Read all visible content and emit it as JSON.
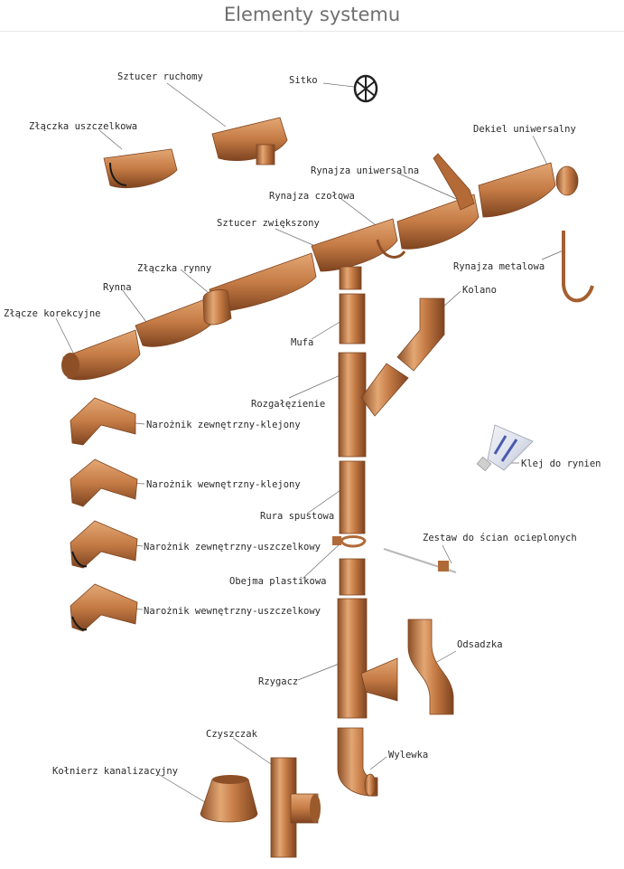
{
  "title": "Elementy systemu",
  "colors": {
    "copper": "#c57b45",
    "copper_dark": "#8d4f26",
    "copper_light": "#e3a774",
    "leader": "#6a6a6a"
  },
  "labels": {
    "sztucer_ruchomy": "Sztucer ruchomy",
    "sitko": "Sitko",
    "zlaczka_uszczelkowa": "Złączka uszczelkowa",
    "dekiel_uniwersalny": "Dekiel uniwersalny",
    "rynajza_uniwersalna": "Rynajza uniwersalna",
    "rynajza_czolowa": "Rynajza czołowa",
    "sztucer_zwiekszony": "Sztucer zwiększony",
    "zlaczka_rynny": "Złączka rynny",
    "rynajza_metalowa": "Rynajza metalowa",
    "rynna": "Rynna",
    "kolano": "Kolano",
    "zlacze_korekcyjne": "Złącze korekcyjne",
    "mufa": "Mufa",
    "rozgalezienie": "Rozgałęzienie",
    "naroznik_zew_klejony": "Narożnik zewnętrzny-klejony",
    "klej_do_rynien": "Klej do rynien",
    "naroznik_wew_klejony": "Narożnik wewnętrzny-klejony",
    "rura_spustowa": "Rura spustowa",
    "zestaw_ociepl": "Zestaw do ścian ocieplonych",
    "naroznik_zew_uszcz": "Narożnik zewnętrzny-uszczelkowy",
    "obejma_plastikowa": "Obejma plastikowa",
    "naroznik_wew_uszcz": "Narożnik wewnętrzny-uszczelkowy",
    "odsadzka": "Odsadzka",
    "rzygacz": "Rzygacz",
    "wylewka": "Wylewka",
    "czyszczak": "Czyszczak",
    "kolnierz_kanalizacyjny": "Kołnierz kanalizacyjny"
  }
}
